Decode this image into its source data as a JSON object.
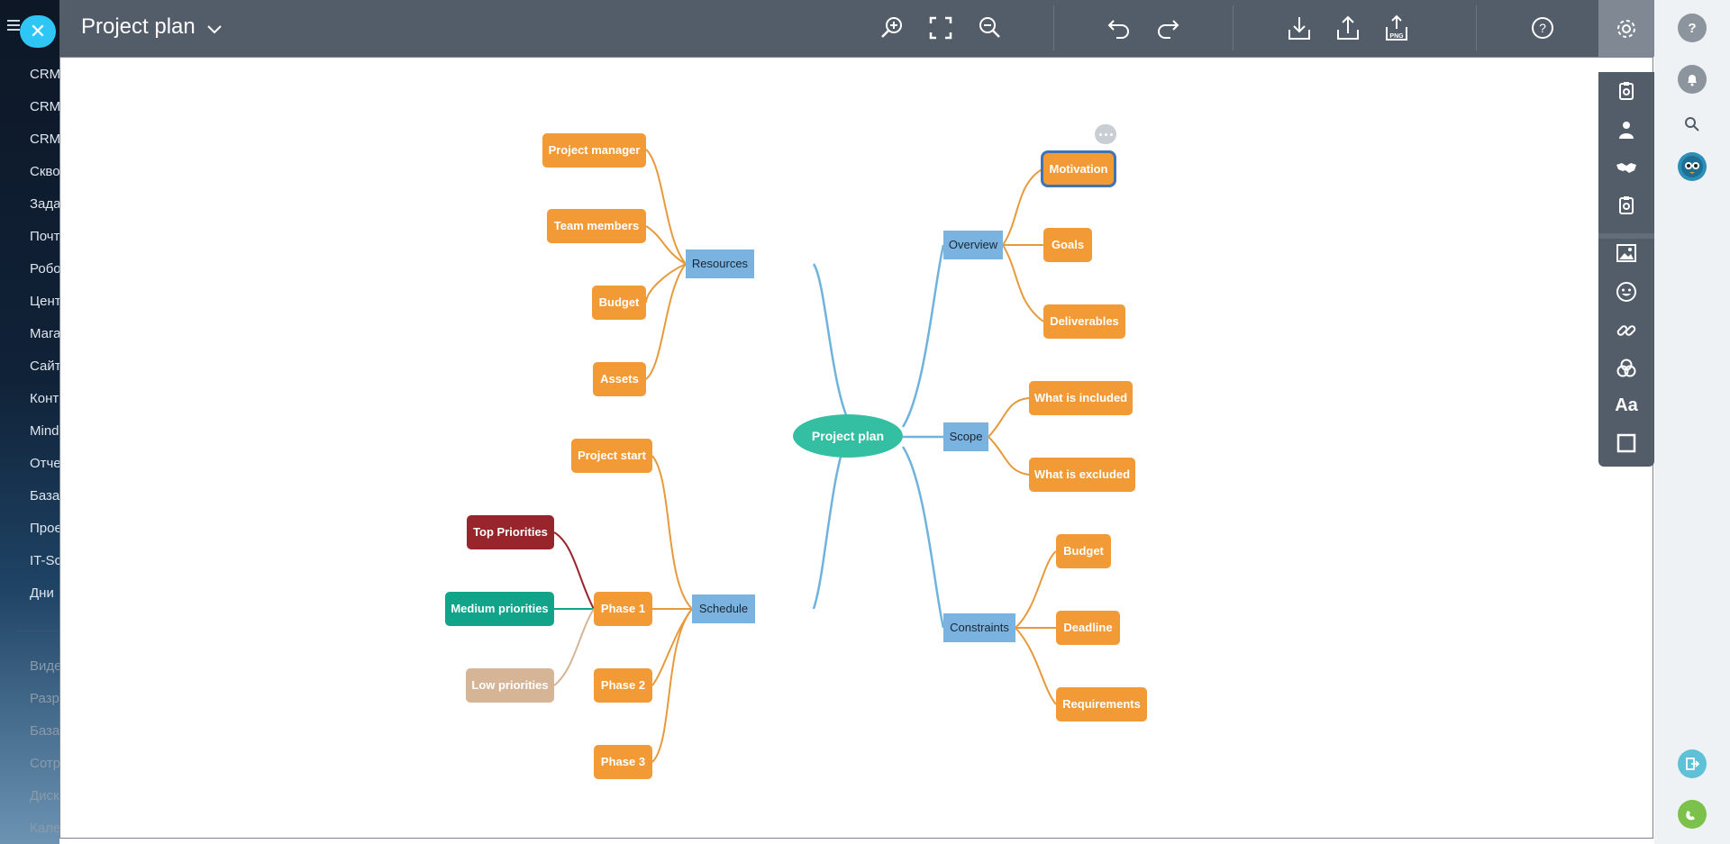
{
  "sidebar": {
    "items": [
      "CRM",
      "CRM",
      "CRM",
      "Скво",
      "Зада",
      "Почт",
      "Робо",
      "Цент",
      "Мага",
      "Сайт",
      "Конт",
      "Mind",
      "Отче",
      "База",
      "Прое",
      "IT-Sc",
      "Дни"
    ],
    "secondary_items": [
      "Виде",
      "Разр",
      "База",
      "Сотр",
      "Диск",
      "Кале"
    ]
  },
  "header": {
    "title": "Project plan"
  },
  "toolbar": {
    "icons": [
      "zoom-in-icon",
      "fit-screen-icon",
      "zoom-out-icon",
      "undo-icon",
      "redo-icon",
      "download-icon",
      "share-icon",
      "export-png-icon",
      "help-icon",
      "settings-icon"
    ],
    "png_label": "PNG"
  },
  "mindmap": {
    "root": "Project plan",
    "branches": {
      "resources": "Resources",
      "schedule": "Schedule",
      "overview": "Overview",
      "scope": "Scope",
      "constraints": "Constraints"
    },
    "leaves": {
      "project_manager": "Project manager",
      "team_members": "Team members",
      "budget_res": "Budget",
      "assets": "Assets",
      "project_start": "Project start",
      "phase1": "Phase 1",
      "phase2": "Phase 2",
      "phase3": "Phase 3",
      "top_priorities": "Top Priorities",
      "medium_priorities": "Medium priorities",
      "low_priorities": "Low priorities",
      "motivation": "Motivation",
      "goals": "Goals",
      "deliverables": "Deliverables",
      "what_included": "What is included",
      "what_excluded": "What is excluded",
      "budget_con": "Budget",
      "deadline": "Deadline",
      "requirements": "Requirements"
    },
    "selected": "Motivation",
    "colors": {
      "branch_line": "#6fb3dd",
      "leaf_line": "#e79a3c",
      "leaf": "#f19a36",
      "branch": "#7ab3e0",
      "root": "#34bfa3",
      "red": "#98252b",
      "teal": "#11a48b",
      "tan": "#d6b597"
    }
  },
  "palette": {
    "icons": [
      "note-icon",
      "user-icon",
      "handshake-icon",
      "task-icon",
      "image-icon",
      "emoji-icon",
      "link-icon",
      "color-icon",
      "text-format-icon",
      "frame-icon"
    ],
    "text_label": "Aa"
  },
  "rightbar": {
    "icons": [
      "help-circle-icon",
      "bell-icon",
      "search-icon",
      "avatar",
      "exit-icon",
      "phone-icon"
    ]
  }
}
